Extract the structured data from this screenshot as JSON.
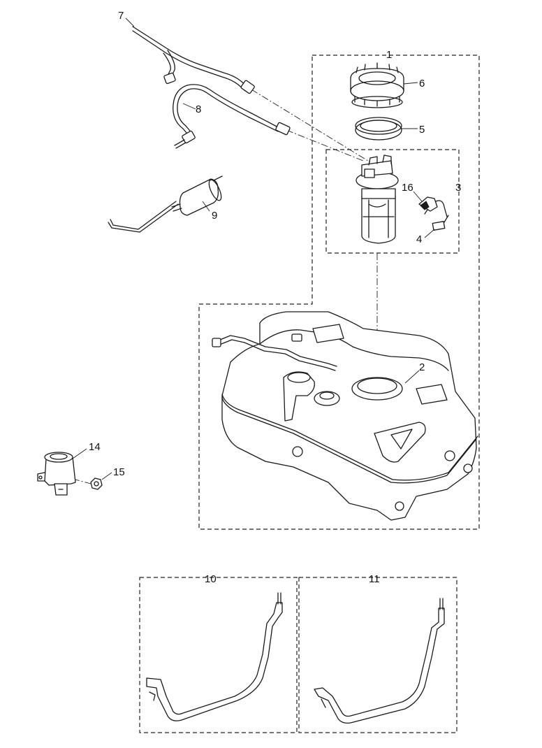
{
  "diagram": {
    "callouts": {
      "c1": "1",
      "c2": "2",
      "c3": "3",
      "c4": "4",
      "c5": "5",
      "c6": "6",
      "c7": "7",
      "c8": "8",
      "c9": "9",
      "c10": "10",
      "c11": "11",
      "c14": "14",
      "c15": "15",
      "c16": "16"
    }
  }
}
